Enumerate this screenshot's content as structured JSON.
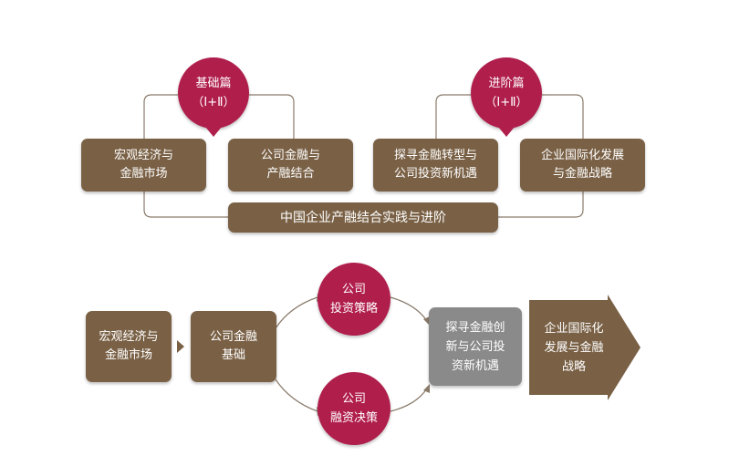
{
  "top_section": {
    "basics_circle": {
      "line1": "基础篇",
      "line2": "（Ⅰ+Ⅱ）"
    },
    "advanced_circle": {
      "line1": "进阶篇",
      "line2": "（Ⅰ+Ⅱ）"
    },
    "boxes": {
      "macro": "宏观经济与\n金融市场",
      "corporate": "公司金融与\n产融结合",
      "explore": "探寻金融转型与\n公司投资新机遇",
      "international": "企业国际化发展\n与金融战略"
    },
    "bottom_bar": "中国企业产融结合实践与进阶"
  },
  "bottom_section": {
    "macro": "宏观经济与\n金融市场",
    "corporate_basics": "公司金融\n基础",
    "invest_circle": "公司\n投资策略",
    "finance_circle": "公司\n融资决策",
    "explore_gray": "探寻金融创\n新与公司投\n资新机遇",
    "international_arrow": "企业国际化\n发展与金融\n战略"
  },
  "colors": {
    "brown": "#7a6146",
    "crimson": "#b01e4c",
    "gray": "#8a8a8a",
    "connector": "#8a7a6a"
  }
}
